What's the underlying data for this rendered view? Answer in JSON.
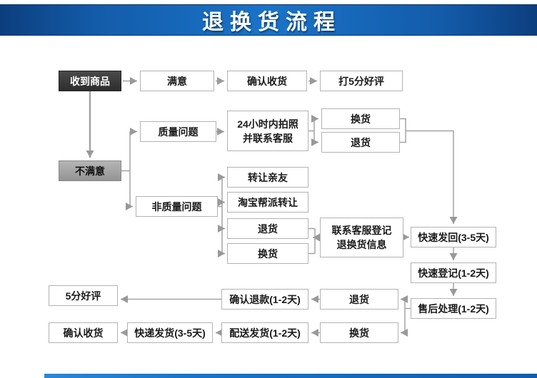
{
  "banner": {
    "title": "退换货流程"
  },
  "flow": {
    "received": "收到商品",
    "satisfied": "满意",
    "confirm_receipt_top": "确认收货",
    "five_star_top": "打5分好评",
    "unsatisfied": "不满意",
    "quality_issue": "质量问题",
    "photo_24h_line1": "24小时内拍照",
    "photo_24h_line2": "并联系客服",
    "exchange_quality": "换货",
    "return_quality": "退货",
    "non_quality_issue": "非质量问题",
    "transfer_friends": "转让亲友",
    "taobao_group_transfer": "淘宝帮派转让",
    "return_non_quality": "退货",
    "exchange_non_quality": "换货",
    "contact_cs_line1": "联系客服登记",
    "contact_cs_line2": "退换货信息",
    "fast_send_back": "快速发回(3-5天)",
    "fast_register": "快速登记(1-2天)",
    "after_sales_processing": "售后处理(1-2天)",
    "return_bottom": "退货",
    "exchange_bottom": "换货",
    "confirm_refund": "确认退款(1-2天)",
    "dispatch_shipping": "配送发货(1-2天)",
    "express_shipping": "快递发货(3-5天)",
    "confirm_receipt_bottom": "确认收货",
    "five_star_bottom": "5分好评"
  },
  "colors": {
    "banner_blue": "#1a73c8",
    "banner_dark_blue": "#0c3e7e",
    "arrow_gray": "#999999",
    "box_border_gray": "#b3b3b3",
    "dark_box_bg": "#3f3f3f",
    "gray_box_bg": "#a8a8a8"
  }
}
